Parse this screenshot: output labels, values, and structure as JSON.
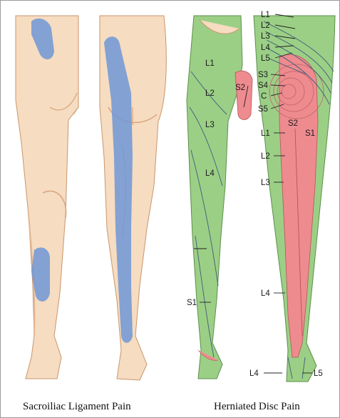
{
  "captions": {
    "left": "Sacroiliac Ligament Pain",
    "right": "Herniated Disc Pain"
  },
  "dermatome_labels": {
    "front_leg": [
      "L1",
      "L2",
      "L3",
      "L4",
      "S1"
    ],
    "groin": "S2",
    "back_top": [
      "L1",
      "L2",
      "L3",
      "L4",
      "L5"
    ],
    "buttock": [
      "S3",
      "S4",
      "C",
      "S5"
    ],
    "back_thigh": [
      "S2",
      "S1"
    ],
    "back_side": [
      "L1",
      "L2",
      "L3",
      "L4"
    ],
    "feet": [
      "L4",
      "L5"
    ]
  },
  "colors": {
    "skin": "#f6dcc0",
    "skin_shadow": "#e6b893",
    "referred_pain": "#6f97d6",
    "dermatome_green": "#9ccf86",
    "dermatome_red": "#ee8b8f"
  }
}
